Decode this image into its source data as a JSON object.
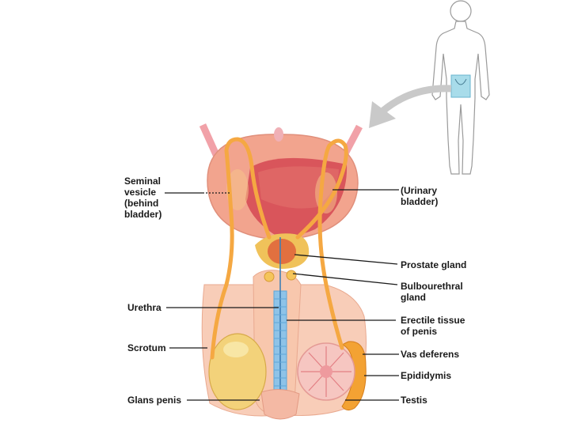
{
  "labels": {
    "seminal_vesicle": [
      "Seminal",
      "vesicle",
      "(behind",
      " bladder)"
    ],
    "urinary_bladder": [
      "(Urinary",
      "bladder)"
    ],
    "prostate_gland": "Prostate gland",
    "bulbourethral_gland": [
      "Bulbourethral",
      "gland"
    ],
    "urethra": "Urethra",
    "erectile_tissue": [
      "Erectile tissue",
      "of penis"
    ],
    "scrotum": "Scrotum",
    "vas_deferens": "Vas deferens",
    "epididymis": "Epididymis",
    "glans_penis": "Glans penis",
    "testis": "Testis"
  },
  "colors": {
    "bladder": "#f2a48e",
    "bladder_inner": "#d9555b",
    "skin": "#f8cdb8",
    "duct": "#f5a842",
    "urethra": "#5fa7d8",
    "testis": "#f3d27a",
    "region_highlight": "#a8dcea",
    "arrow": "#c9c9c9"
  }
}
